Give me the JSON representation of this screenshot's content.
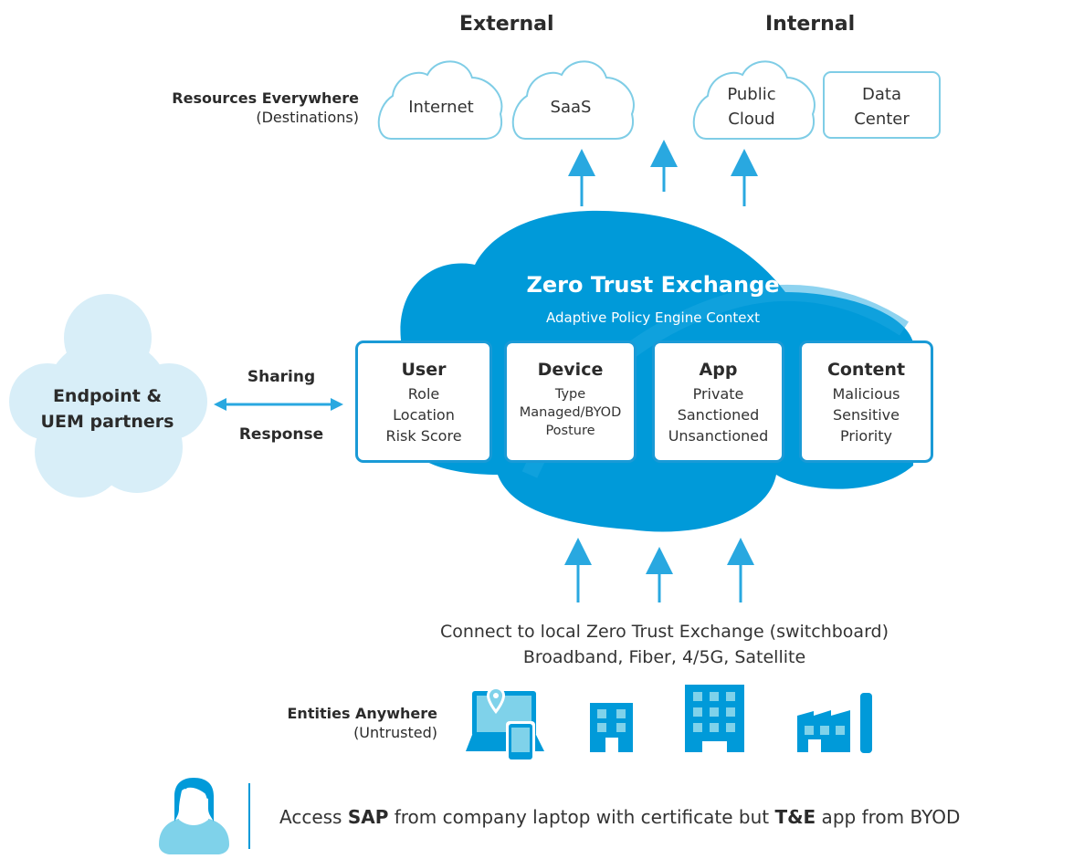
{
  "headings": {
    "external": "External",
    "internal": "Internal"
  },
  "resources": {
    "title": "Resources Everywhere",
    "subtitle": "(Destinations)"
  },
  "destinations": {
    "internet": "Internet",
    "saas": "SaaS",
    "public_cloud_line1": "Public",
    "public_cloud_line2": "Cloud",
    "data_center_line1": "Data",
    "data_center_line2": "Center"
  },
  "exchange": {
    "title": "Zero Trust Exchange",
    "subtitle": "Adaptive Policy Engine Context",
    "cards": [
      {
        "title": "User",
        "lines": [
          "Role",
          "Location",
          "Risk Score"
        ]
      },
      {
        "title": "Device",
        "lines": [
          "Type",
          "Managed/BYOD",
          "Posture"
        ]
      },
      {
        "title": "App",
        "lines": [
          "Private",
          "Sanctioned",
          "Unsanctioned"
        ]
      },
      {
        "title": "Content",
        "lines": [
          "Malicious",
          "Sensitive",
          "Priority"
        ]
      }
    ]
  },
  "endpoint": {
    "line1": "Endpoint &",
    "line2": "UEM partners"
  },
  "link": {
    "top": "Sharing",
    "bottom": "Response"
  },
  "connect": {
    "line1": "Connect to local Zero Trust Exchange (switchboard)",
    "line2": "Broadband, Fiber, 4/5G, Satellite"
  },
  "entities": {
    "title": "Entities Anywhere",
    "subtitle": "(Untrusted)",
    "icons": [
      "laptop-mobile-location-icon",
      "small-office-building-icon",
      "large-office-building-icon",
      "factory-icon"
    ]
  },
  "example": {
    "prefix": "Access ",
    "bold1": "SAP",
    "middle": " from company laptop with certificate but ",
    "bold2": "T&E",
    "suffix": " app from BYOD"
  },
  "colors": {
    "brand_blue": "#009ad9",
    "arrow_blue": "#29a8e0",
    "light_blue": "#7fd2ea",
    "outline_blue": "#7fcde6",
    "endpoint_cloud": "#d8eef8"
  }
}
